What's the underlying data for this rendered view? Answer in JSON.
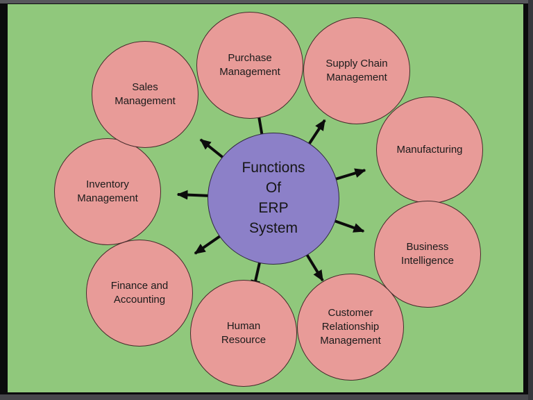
{
  "diagram": {
    "center": {
      "label": "Functions\nOf\nERP\nSystem"
    },
    "nodes": [
      {
        "id": "purchase-management",
        "label": "Purchase\nManagement"
      },
      {
        "id": "supply-chain-management",
        "label": "Supply Chain\nManagement"
      },
      {
        "id": "manufacturing",
        "label": "Manufacturing"
      },
      {
        "id": "business-intelligence",
        "label": "Business\nIntelligence"
      },
      {
        "id": "customer-relationship-management",
        "label": "Customer\nRelationship\nManagement"
      },
      {
        "id": "human-resource",
        "label": "Human\nResource"
      },
      {
        "id": "finance-and-accounting",
        "label": "Finance and\nAccounting"
      },
      {
        "id": "inventory-management",
        "label": "Inventory\nManagement"
      },
      {
        "id": "sales-management",
        "label": "Sales\nManagement"
      }
    ],
    "colors": {
      "background_green": "#90c87c",
      "node_pink": "#e89b98",
      "center_purple": "#8c80c8",
      "circle_stroke": "#462b2b",
      "text": "#1b1b1b",
      "arrow_black": "#0c0c0c",
      "frame_dark": "#0b0b0d"
    }
  }
}
